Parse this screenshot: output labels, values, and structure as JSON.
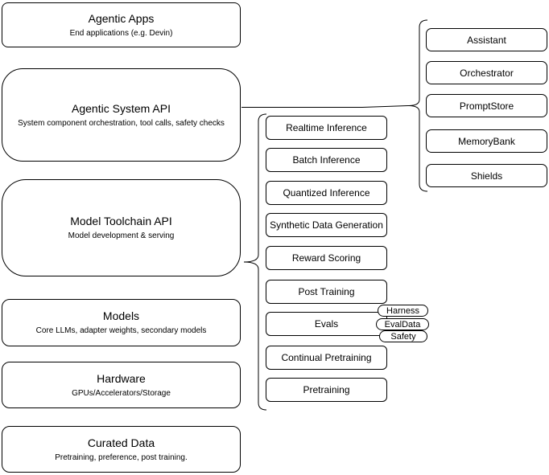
{
  "diagram": {
    "left_stack": [
      {
        "title": "Agentic Apps",
        "subtitle": "End applications (e.g. Devin)"
      },
      {
        "title": "Agentic System API",
        "subtitle": "System component orchestration, tool calls, safety checks"
      },
      {
        "title": "Model Toolchain API",
        "subtitle": "Model development & serving"
      },
      {
        "title": "Models",
        "subtitle": "Core LLMs, adapter weights, secondary models"
      },
      {
        "title": "Hardware",
        "subtitle": "GPUs/Accelerators/Storage"
      },
      {
        "title": "Curated Data",
        "subtitle": "Pretraining, preference, post training."
      }
    ],
    "toolchain_items": [
      "Realtime Inference",
      "Batch Inference",
      "Quantized Inference",
      "Synthetic Data Generation",
      "Reward Scoring",
      "Post Training",
      "Evals",
      "Continual Pretraining",
      "Pretraining"
    ],
    "evals_tags": [
      "Harness",
      "EvalData",
      "Safety"
    ],
    "system_components": [
      "Assistant",
      "Orchestrator",
      "PromptStore",
      "MemoryBank",
      "Shields"
    ],
    "colors": {
      "stroke": "#000000",
      "fill": "#ffffff",
      "text": "#000000"
    }
  }
}
